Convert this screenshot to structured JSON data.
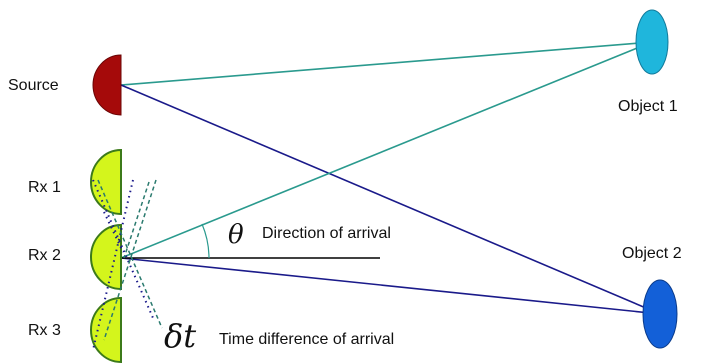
{
  "labels": {
    "source": "Source",
    "rx1": "Rx 1",
    "rx2": "Rx 2",
    "rx3": "Rx 3",
    "object1": "Object 1",
    "object2": "Object 2",
    "theta": "θ",
    "direction_of_arrival": "Direction of arrival",
    "delta_t": "δt",
    "time_difference": "Time difference of arrival"
  },
  "colors": {
    "source_fill": "#a50a0a",
    "receiver_fill": "#d4f51c",
    "receiver_stroke": "#3c7a1a",
    "object1_fill": "#1fb6dc",
    "object2_fill": "#1360d8",
    "teal_path": "#2a9a8e",
    "navy_path": "#1a1a8a",
    "reference_line": "#000000",
    "wavefront_dots": "#1a1a8a",
    "wavefront_dashes": "#2a7a6e"
  }
}
